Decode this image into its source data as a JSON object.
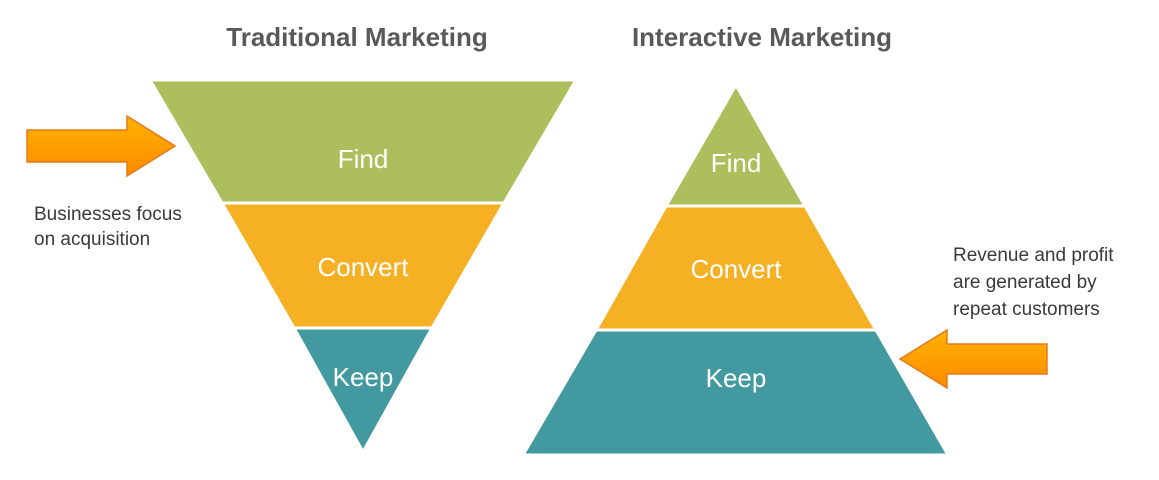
{
  "diagrams": {
    "traditional": {
      "title": "Traditional Marketing",
      "layers": [
        "Find",
        "Convert",
        "Keep"
      ],
      "note": [
        "Businesses focus",
        "on acquisition"
      ]
    },
    "interactive": {
      "title": "Interactive Marketing",
      "layers": [
        "Find",
        "Convert",
        "Keep"
      ],
      "note": [
        "Revenue and profit",
        "are generated by",
        "repeat customers"
      ]
    }
  },
  "colors": {
    "find": "#adbe5c",
    "convert": "#f6b024",
    "keep": "#429aa0",
    "arrow_top": "#ffb300",
    "arrow_bottom": "#ff8a00",
    "arrow_stroke": "#e37a1c",
    "title_text": "#595959"
  },
  "icons": {
    "traditional_arrow": "arrow-right-icon",
    "interactive_arrow": "arrow-left-icon"
  }
}
